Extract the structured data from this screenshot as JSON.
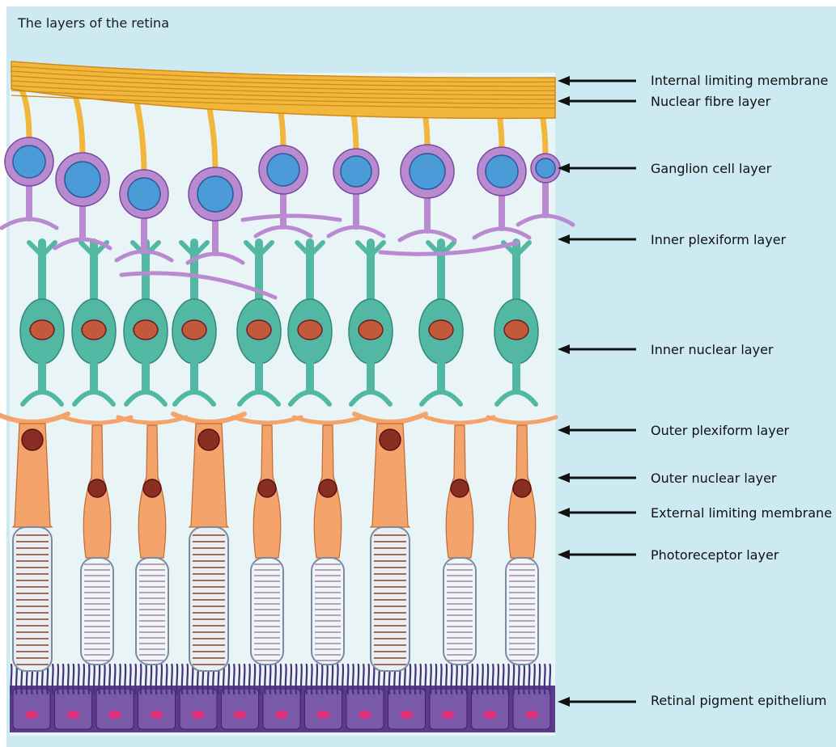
{
  "title": "The layers of the retina",
  "labels": [
    "Internal limiting membrane",
    "Nuclear fibre layer",
    "Ganglion cell layer",
    "Inner plexiform layer",
    "Inner nuclear layer",
    "Outer plexiform layer",
    "Outer nuclear layer",
    "External limiting membrane",
    "Photoreceptor layer",
    "Retinal pigment epithelium"
  ],
  "colors": {
    "background": "#cdeaf3",
    "fibre": "#f2b63a",
    "ganglion": "#b98ad0",
    "ganglion_nucleus": "#4a9bd8",
    "bipolar": "#52b8a4",
    "bipolar_nucleus": "#c05a3a",
    "photoreceptor": "#f4a46a",
    "photoreceptor_nucleus": "#8a2d23",
    "epithelium": "#5c3c8a",
    "epithelium_spot": "#e0307a"
  }
}
